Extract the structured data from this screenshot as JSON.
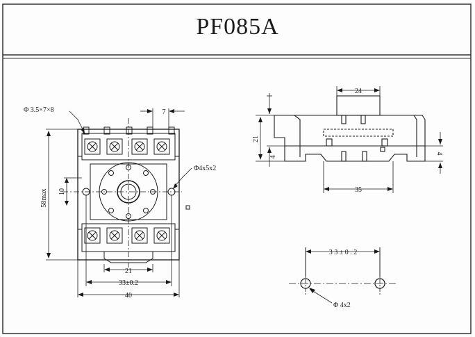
{
  "title": "PF085A",
  "front_view": {
    "hole_spec": "Φ 3.5×7×8",
    "mount_spec": "Φ4x5x2",
    "pitch": "7",
    "height": "58max",
    "center_gap": "10",
    "inner_width": "21",
    "hole_pitch": "33±0.2",
    "width": "40"
  },
  "side_view": {
    "top_width": "24",
    "height": "21",
    "foot": "4",
    "rail_height": "4",
    "base_width": "35"
  },
  "mount_view": {
    "hole_pitch": "3 3 ± 0 . 2",
    "hole_spec": "Φ 4x2"
  }
}
